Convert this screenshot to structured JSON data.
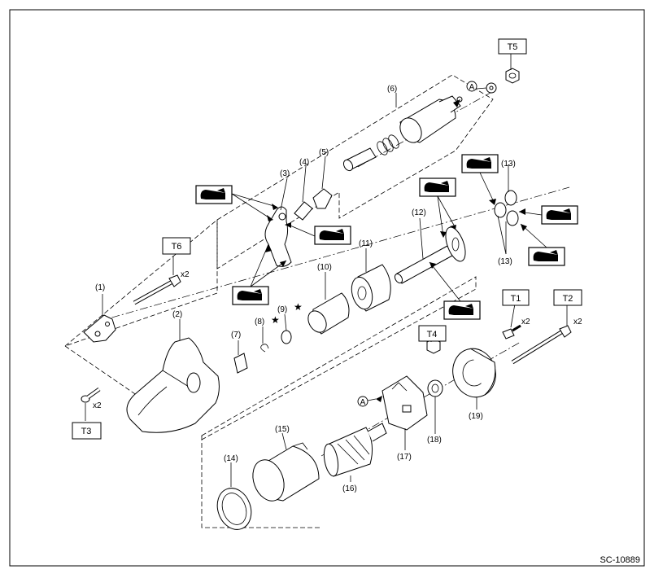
{
  "figure_id": "SC-10889",
  "parts": {
    "p1": "(1)",
    "p2": "(2)",
    "p3": "(3)",
    "p4": "(4)",
    "p5": "(5)",
    "p6": "(6)",
    "p7": "(7)",
    "p8": "(8)",
    "p9": "(9)",
    "p10": "(10)",
    "p11": "(11)",
    "p12": "(12)",
    "p13a": "(13)",
    "p13b": "(13)",
    "p14": "(14)",
    "p15": "(15)",
    "p16": "(16)",
    "p17": "(17)",
    "p18": "(18)",
    "p19": "(19)"
  },
  "torque": {
    "t1": "T1",
    "t2": "T2",
    "t3": "T3",
    "t4": "T4",
    "t5": "T5",
    "t6": "T6"
  },
  "qty": {
    "q_t6": "x2",
    "q_t1": "x2",
    "q_t2": "x2",
    "q_t3": "x2"
  },
  "refs": {
    "a1": "A",
    "a2": "A"
  },
  "stars": {
    "s8": "★",
    "s9": "★"
  },
  "grease_icons": [
    "grease-icon",
    "grease-icon",
    "grease-icon",
    "grease-icon",
    "grease-icon",
    "grease-icon",
    "grease-icon",
    "grease-icon"
  ]
}
